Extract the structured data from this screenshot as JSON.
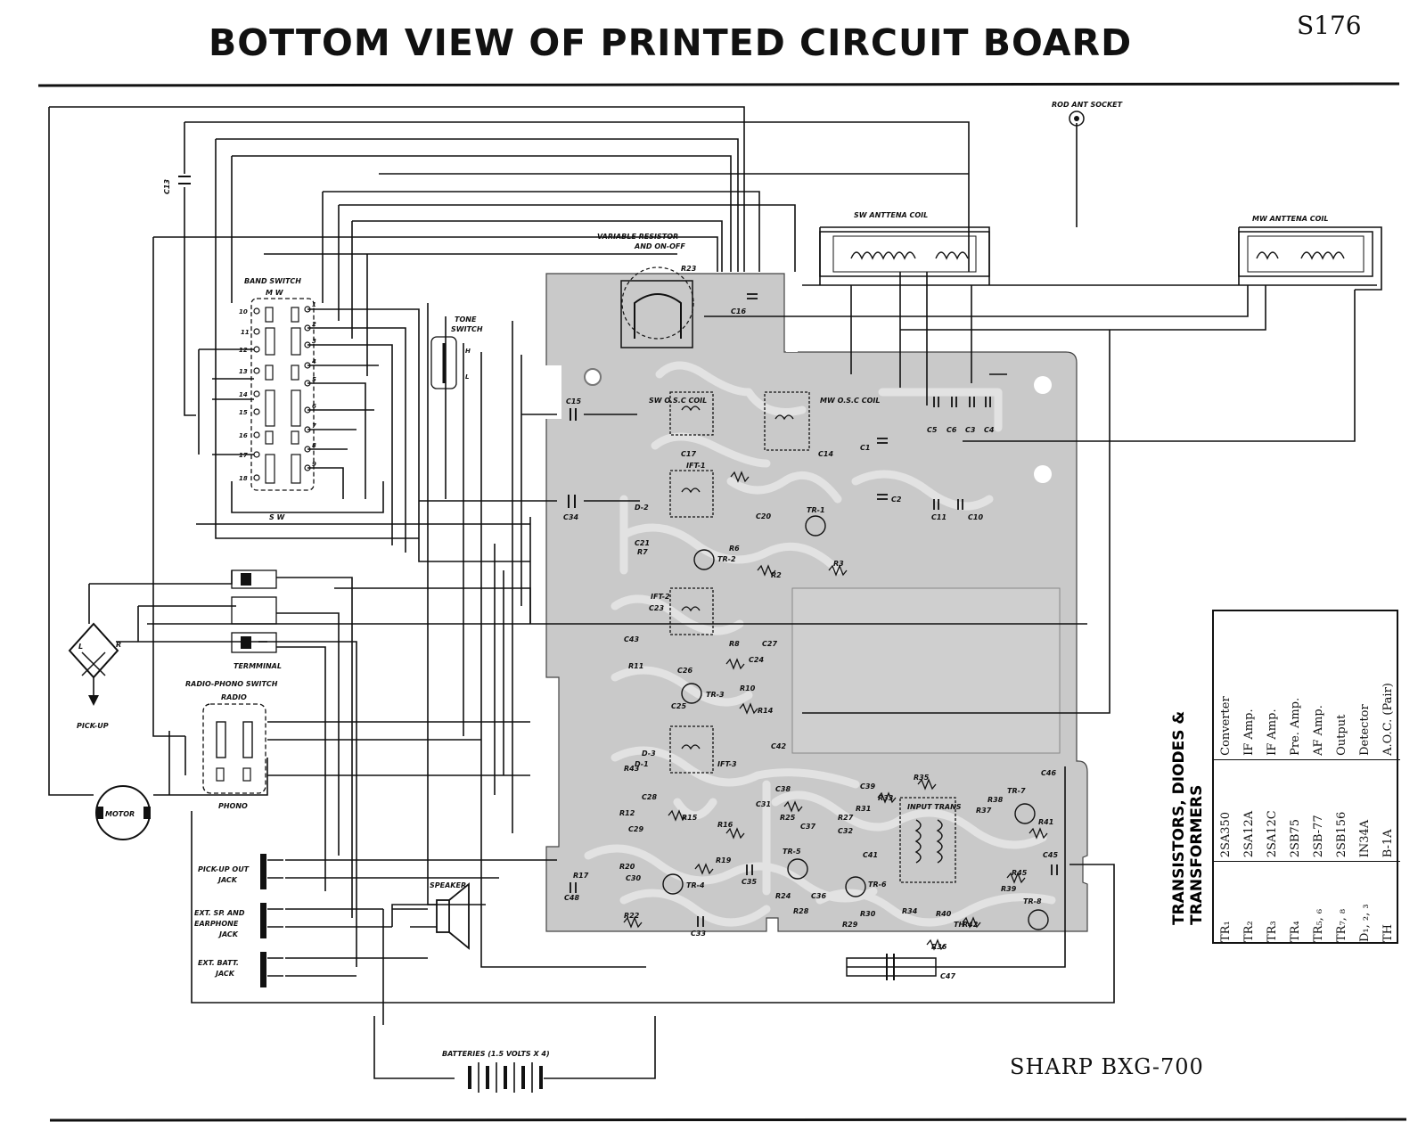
{
  "header": {
    "title": "BOTTOM VIEW OF PRINTED CIRCUIT BOARD",
    "page_code": "S176"
  },
  "footer": {
    "model": "SHARP BXG-700"
  },
  "labels": {
    "rod_ant_socket": "ROD ANT SOCKET",
    "sw_antenna_coil": "SW ANTTENA COIL",
    "mw_antenna_coil": "MW ANTTENA COIL",
    "variable_resistor_1": "VARIABLE RESISTOR",
    "variable_resistor_2": "AND ON-OFF",
    "band_switch": "BAND SWITCH",
    "band_mw": "M W",
    "band_sw": "S W",
    "tone_switch_1": "TONE",
    "tone_switch_2": "SWITCH",
    "tone_h": "H",
    "tone_l": "L",
    "terminal": "TERMMINAL",
    "pick_up": "PICK-UP",
    "pickup_l": "L",
    "pickup_r": "R",
    "radio_phono_switch": "RADIO-PHONO SWITCH",
    "radio": "RADIO",
    "phono": "PHONO",
    "motor": "MOTOR",
    "pickup_out_jack_1": "PICK-UP OUT",
    "pickup_out_jack_2": "JACK",
    "ext_sp_jack_1": "EXT. SP. AND",
    "ext_sp_jack_2": "EARPHONE",
    "ext_sp_jack_3": "JACK",
    "ext_batt_jack_1": "EXT. BATT.",
    "ext_batt_jack_2": "JACK",
    "speaker": "SPEAKER",
    "batteries": "BATTERIES (1.5 VOLTS X 4)",
    "c13": "C13",
    "c15": "C15",
    "c34": "C34",
    "c47": "C47",
    "c48": "C48",
    "c33": "C33",
    "r23": "R23",
    "band_pins_left": [
      "10",
      "11",
      "12",
      "13",
      "14",
      "15",
      "16",
      "17",
      "18"
    ],
    "band_pins_right": [
      "1",
      "2",
      "3",
      "4",
      "5",
      "6",
      "7",
      "8",
      "9"
    ]
  },
  "pcb_labels": [
    "SW O.S.C COIL",
    "MW O.S.C COIL",
    "IFT-1",
    "IFT-2",
    "IFT-3",
    "TR-1",
    "TR-2",
    "TR-3",
    "TR-4",
    "TR-5",
    "TR-6",
    "TR-7",
    "TR-8",
    "INPUT TRANS",
    "C1",
    "C2",
    "C3",
    "C4",
    "C5",
    "C6",
    "C10",
    "C11",
    "C14",
    "C16",
    "C17",
    "C20",
    "C21",
    "C23",
    "C24",
    "C25",
    "C26",
    "C27",
    "C28",
    "C29",
    "C30",
    "C31",
    "C32",
    "C35",
    "C36",
    "C37",
    "C38",
    "C39",
    "C41",
    "C42",
    "C43",
    "C45",
    "C46",
    "R2",
    "R3",
    "R6",
    "R7",
    "R8",
    "R10",
    "R11",
    "R12",
    "R14",
    "R15",
    "R16",
    "R17",
    "R19",
    "R20",
    "R22",
    "R24",
    "R25",
    "R27",
    "R28",
    "R29",
    "R30",
    "R31",
    "R33",
    "R34",
    "R35",
    "R36",
    "R37",
    "R38",
    "R39",
    "R40",
    "R41",
    "R42",
    "R43",
    "R45",
    "D-1",
    "D-2",
    "D-3",
    "TH"
  ],
  "table": {
    "heading_line1": "TRANSISTORS, DIODES &",
    "heading_line2": "TRANSFORMERS",
    "rows": [
      {
        "symbol": "TR₁",
        "part": "2SA350",
        "function": "Converter"
      },
      {
        "symbol": "TR₂",
        "part": "2SA12A",
        "function": "IF Amp."
      },
      {
        "symbol": "TR₃",
        "part": "2SA12C",
        "function": "IF Amp."
      },
      {
        "symbol": "TR₄",
        "part": "2SB75",
        "function": "Pre. Amp."
      },
      {
        "symbol": "TR₅, ₆",
        "part": "2SB-77",
        "function": "AF Amp."
      },
      {
        "symbol": "TR₇, ₈",
        "part": "2SB156",
        "function": "Output"
      },
      {
        "symbol": "D₁, ₂, ₃",
        "part": "IN34A",
        "function": "Detector"
      },
      {
        "symbol": "TH",
        "part": "B-1A",
        "function": "A.O.C. (Pair)"
      }
    ]
  }
}
